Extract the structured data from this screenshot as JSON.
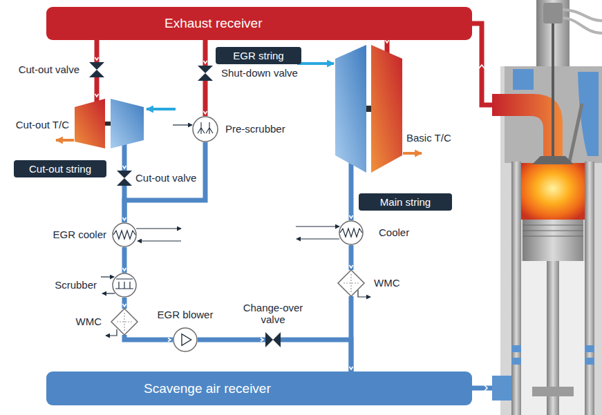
{
  "diagram": {
    "nodes": [
      {
        "text": [
          "Exhaust receiver"
        ]
      },
      {
        "text": [
          "EGR string"
        ]
      },
      {
        "text": [
          "Cut-out valve"
        ]
      },
      {
        "text": [
          "Shut-down valve"
        ]
      },
      {
        "text": [
          "Cut-out T/C"
        ]
      },
      {
        "text": [
          "Pre-scrubber"
        ]
      },
      {
        "text": [
          "Basic T/C"
        ]
      },
      {
        "text": [
          "Cut-out string"
        ]
      },
      {
        "text": [
          "Cut-out valve"
        ]
      },
      {
        "text": [
          "Main string"
        ]
      },
      {
        "text": [
          "EGR cooler"
        ]
      },
      {
        "text": [
          "Cooler"
        ]
      },
      {
        "text": [
          "Scrubber"
        ]
      },
      {
        "text": [
          "WMC"
        ]
      },
      {
        "text": [
          "WMC"
        ]
      },
      {
        "text": [
          "EGR blower"
        ]
      },
      {
        "text": [
          "Change-over valve"
        ]
      },
      {
        "text": [
          "Scavenge air receiver"
        ]
      }
    ],
    "edges": [
      {
        "from": 0,
        "to": 2,
        "arrow": "to"
      },
      {
        "from": 2,
        "to": 4,
        "arrow": "to"
      },
      {
        "from": 0,
        "to": 3,
        "arrow": "to"
      },
      {
        "from": 3,
        "to": 5,
        "arrow": "to"
      },
      {
        "from": 0,
        "to": 6,
        "arrow": "to"
      },
      {
        "from": 4,
        "to": 8,
        "arrow": "to"
      },
      {
        "from": 8,
        "to": 10,
        "arrow": "to"
      },
      {
        "from": 5,
        "to": 10,
        "arrow": "to"
      },
      {
        "from": 10,
        "to": 12,
        "arrow": "to"
      },
      {
        "from": 12,
        "to": 13,
        "arrow": "to"
      },
      {
        "from": 13,
        "to": 15,
        "arrow": "to"
      },
      {
        "from": 15,
        "to": 16,
        "arrow": "to"
      },
      {
        "from": 16,
        "to": 17,
        "arrow": "to"
      },
      {
        "from": 6,
        "to": 11,
        "arrow": "to"
      },
      {
        "from": 11,
        "to": 14,
        "arrow": "to"
      },
      {
        "from": 14,
        "to": 17,
        "arrow": "to"
      }
    ]
  }
}
